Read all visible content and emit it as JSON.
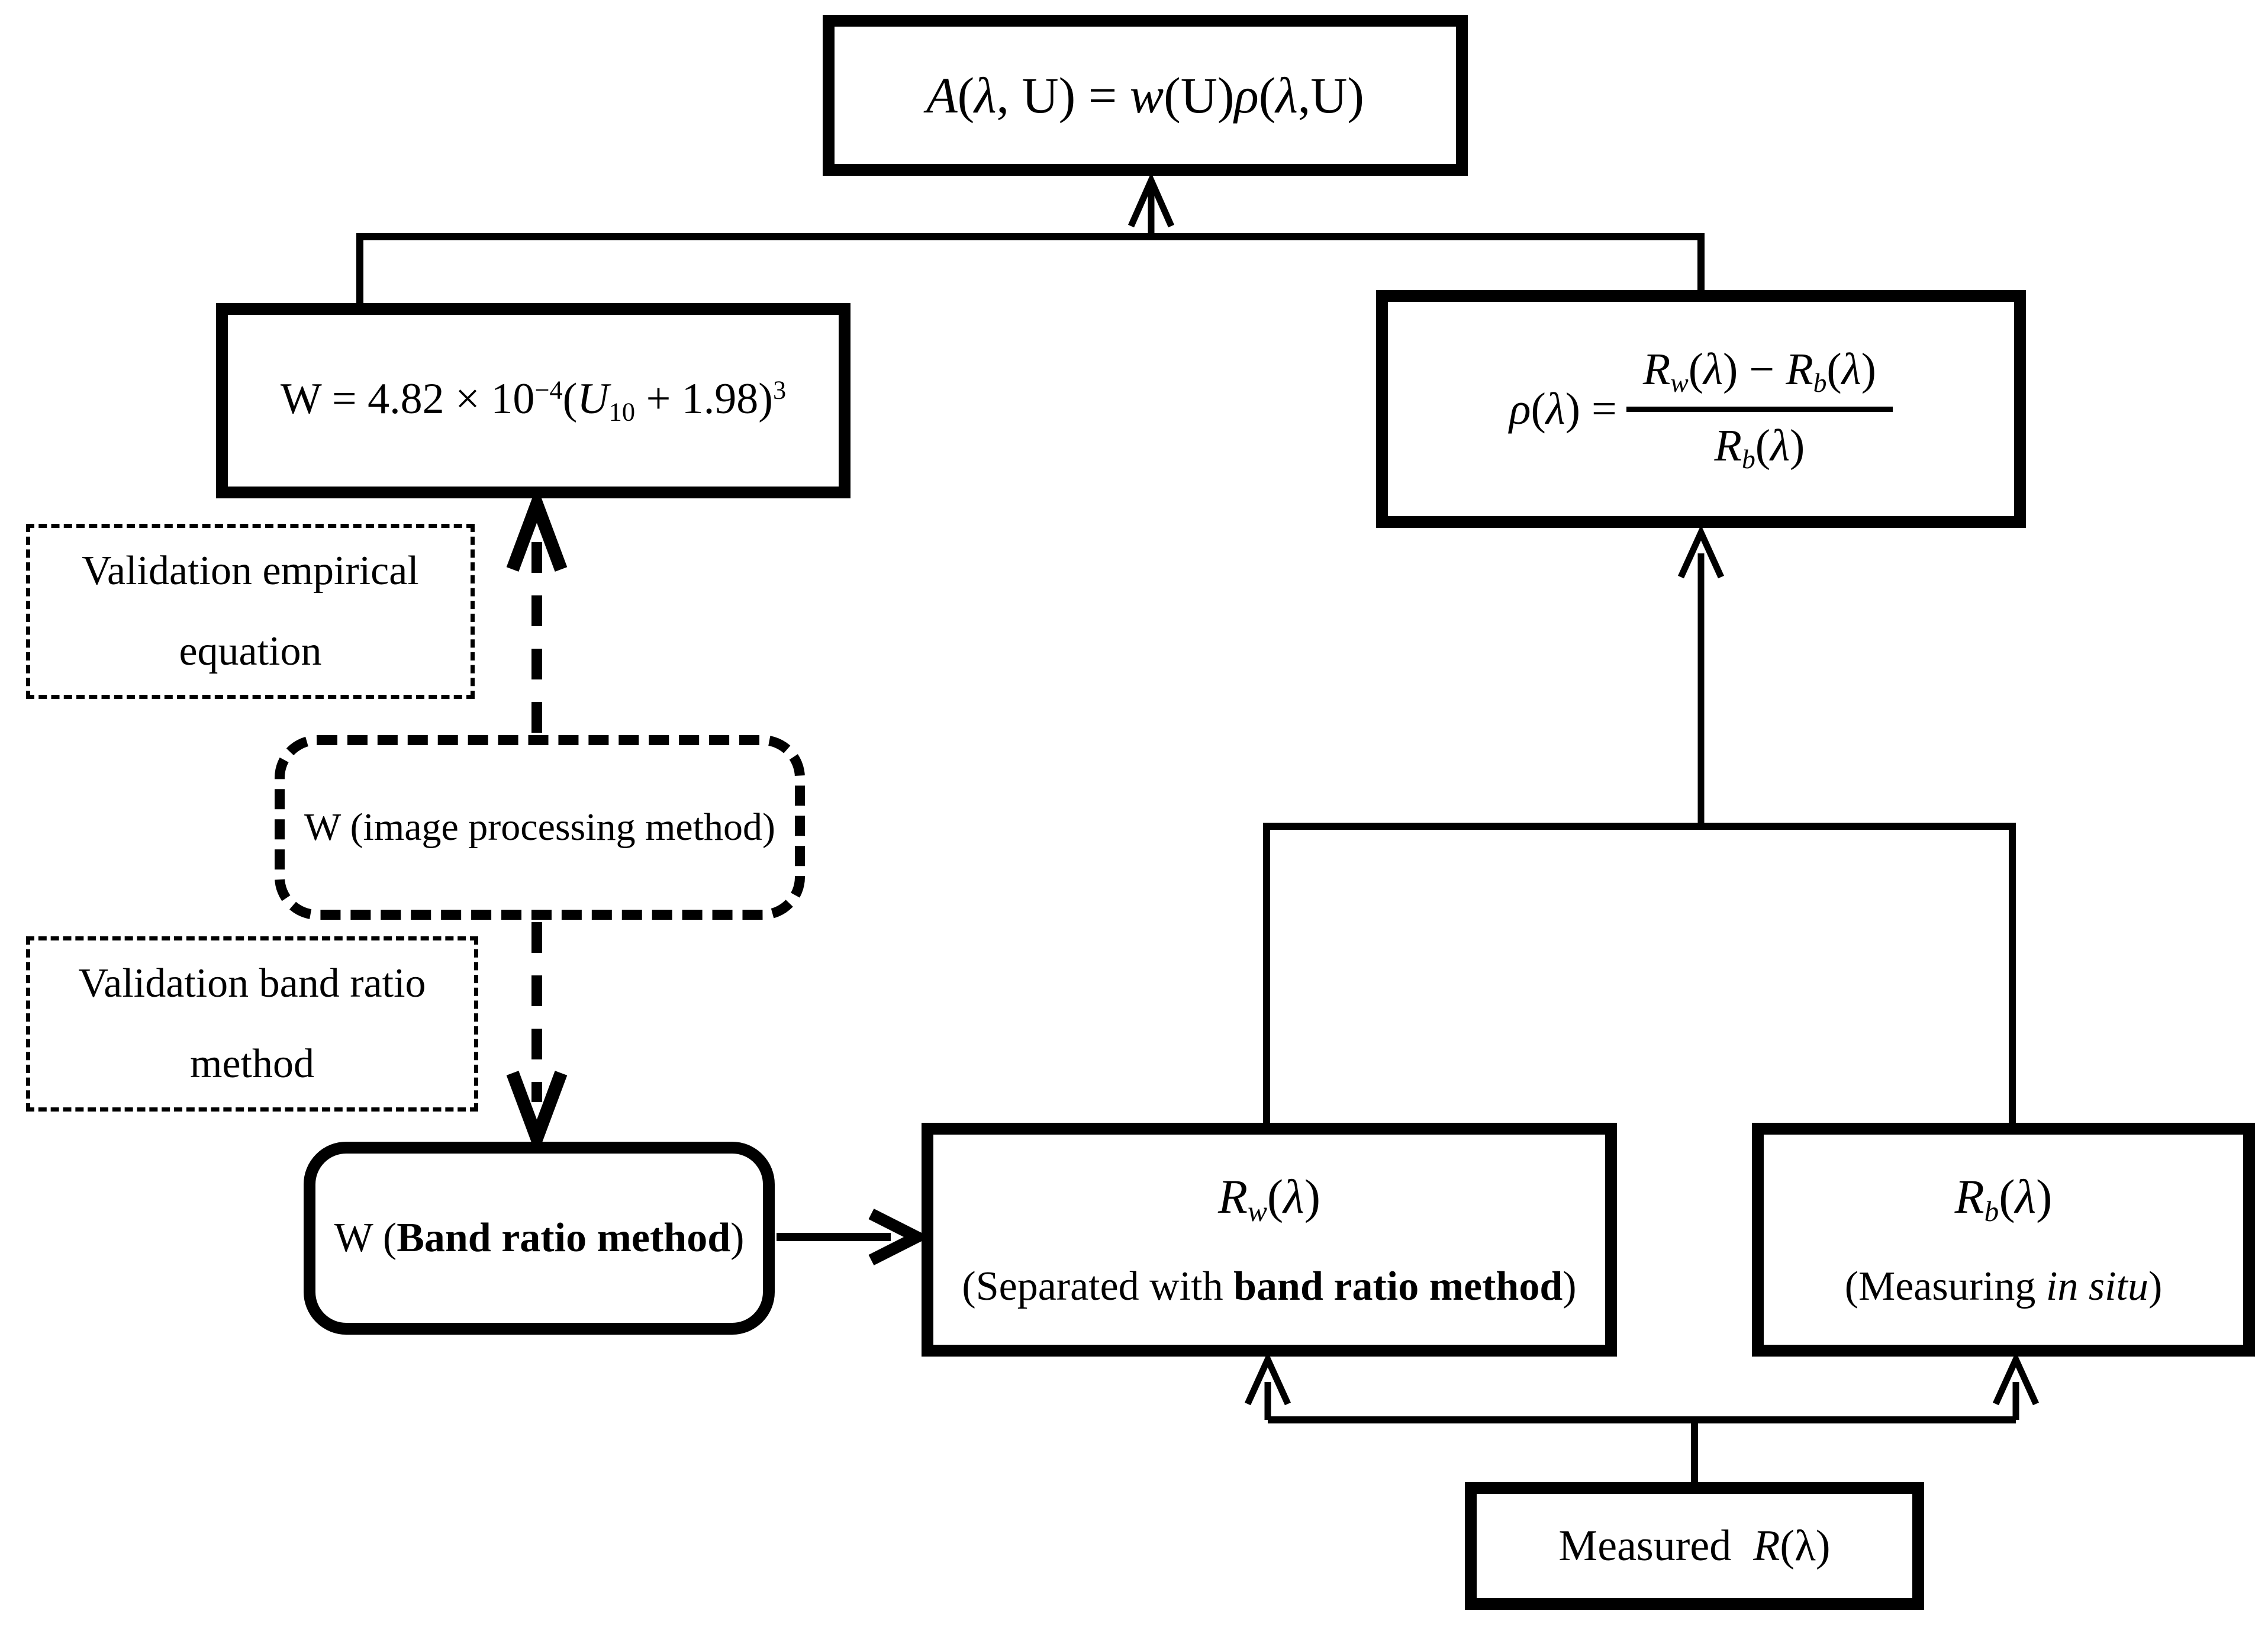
{
  "colors": {
    "ink": "#000000",
    "paper": "#ffffff"
  },
  "boxes": {
    "final_equation": {
      "formula": [
        {
          "t": "A",
          "i": true
        },
        {
          "t": "("
        },
        {
          "t": "λ",
          "i": true
        },
        {
          "t": ", U) = "
        },
        {
          "t": "w",
          "i": true
        },
        {
          "t": "(U)"
        },
        {
          "t": "ρ",
          "i": true
        },
        {
          "t": "("
        },
        {
          "t": "λ",
          "i": true
        },
        {
          "t": ",U)"
        }
      ]
    },
    "wind_speed_equation": {
      "formula": [
        {
          "t": "W = 4.82 × 10"
        },
        {
          "t": "−4",
          "sup": true
        },
        {
          "t": "("
        },
        {
          "t": "U",
          "i": true
        },
        {
          "t": "10",
          "sub": true
        },
        {
          "t": " + 1.98)"
        },
        {
          "t": "3",
          "sup": true
        }
      ]
    },
    "rho_equation": {
      "lhs": [
        {
          "t": "ρ",
          "i": true
        },
        {
          "t": "("
        },
        {
          "t": "λ",
          "i": true
        },
        {
          "t": ") = "
        }
      ],
      "numerator": [
        {
          "t": "R",
          "i": true
        },
        {
          "t": "w",
          "i": true,
          "sub": true
        },
        {
          "t": "("
        },
        {
          "t": "λ",
          "i": true
        },
        {
          "t": ") − "
        },
        {
          "t": "R",
          "i": true
        },
        {
          "t": "b",
          "i": true,
          "sub": true
        },
        {
          "t": "("
        },
        {
          "t": "λ",
          "i": true
        },
        {
          "t": ")"
        }
      ],
      "denominator": [
        {
          "t": "R",
          "i": true
        },
        {
          "t": "b",
          "i": true,
          "sub": true
        },
        {
          "t": "("
        },
        {
          "t": "λ",
          "i": true
        },
        {
          "t": ")"
        }
      ]
    },
    "validation_empirical": {
      "label": "Validation empirical\nequation"
    },
    "image_processing": {
      "label": "W (image processing method)"
    },
    "validation_band_ratio": {
      "label": "Validation band ratio\nmethod"
    },
    "w_band_ratio": {
      "label_rich": [
        {
          "t": "W ("
        },
        {
          "t": "Band ratio method",
          "b": true
        },
        {
          "t": ")"
        }
      ]
    },
    "rw": {
      "title": [
        {
          "t": "R",
          "i": true
        },
        {
          "t": "w",
          "i": true,
          "sub": true
        },
        {
          "t": "("
        },
        {
          "t": "λ",
          "i": true
        },
        {
          "t": ")"
        }
      ],
      "subtitle": [
        {
          "t": "(Separated with "
        },
        {
          "t": "band ratio method",
          "b": true
        },
        {
          "t": ")"
        }
      ]
    },
    "rb": {
      "title": [
        {
          "t": "R",
          "i": true
        },
        {
          "t": "b",
          "i": true,
          "sub": true
        },
        {
          "t": "("
        },
        {
          "t": "λ",
          "i": true
        },
        {
          "t": ")"
        }
      ],
      "subtitle": [
        {
          "t": "(Measuring "
        },
        {
          "t": "in situ",
          "i": true
        },
        {
          "t": ")"
        }
      ]
    },
    "measured": {
      "label_rich": [
        {
          "t": "Measured "
        },
        {
          "t": "R",
          "i": true
        },
        {
          "t": "(λ)"
        }
      ]
    }
  }
}
